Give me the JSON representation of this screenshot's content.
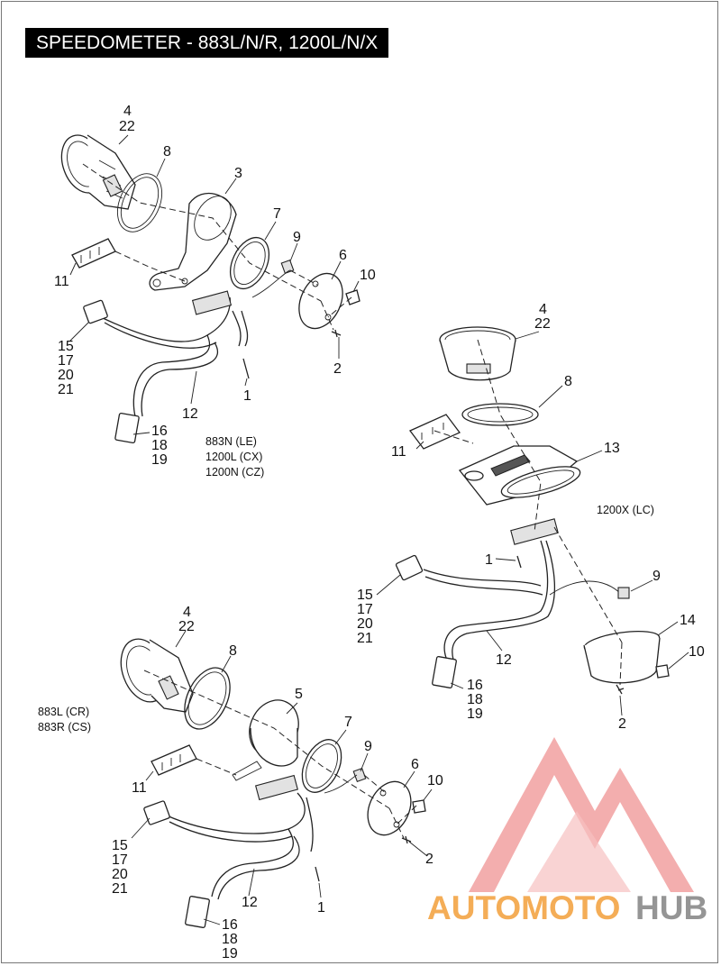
{
  "title": "SPEEDOMETER - 883L/N/R, 1200L/N/X",
  "callouts": {
    "a1": "4",
    "a2": "22",
    "a3": "8",
    "a4": "3",
    "a5": "7",
    "a6": "9",
    "a7": "6",
    "a8": "10",
    "a9": "11",
    "a10": "15",
    "a11": "17",
    "a12": "20",
    "a13": "21",
    "a14": "2",
    "a15": "1",
    "a16": "12",
    "a17": "16",
    "a18": "18",
    "a19": "19",
    "b1": "4",
    "b2": "22",
    "b3": "8",
    "b4": "11",
    "b5": "13",
    "b6": "1",
    "b7": "9",
    "b8": "15",
    "b9": "17",
    "b10": "20",
    "b11": "21",
    "b12": "14",
    "b13": "10",
    "b14": "12",
    "b15": "16",
    "b16": "18",
    "b17": "19",
    "b18": "2",
    "c1": "4",
    "c2": "22",
    "c3": "8",
    "c4": "5",
    "c5": "7",
    "c6": "9",
    "c7": "6",
    "c8": "10",
    "c9": "11",
    "c10": "15",
    "c11": "17",
    "c12": "20",
    "c13": "21",
    "c14": "2",
    "c15": "12",
    "c16": "1",
    "c17": "16",
    "c18": "18",
    "c19": "19"
  },
  "models": {
    "top_left": [
      "883N (LE)",
      "1200L (CX)",
      "1200N (CZ)"
    ],
    "right": [
      "1200X (LC)"
    ],
    "bottom_left": [
      "883L (CR)",
      "883R (CS)"
    ]
  },
  "watermark": {
    "part1": "AUTOMOTO",
    "part2": "HUB"
  },
  "colors": {
    "title_bg": "#000000",
    "title_text": "#ffffff",
    "line": "#222222",
    "watermark_red": "#e84a4a",
    "watermark_orange": "#f3a545",
    "watermark_gray": "#8a8a8a"
  }
}
